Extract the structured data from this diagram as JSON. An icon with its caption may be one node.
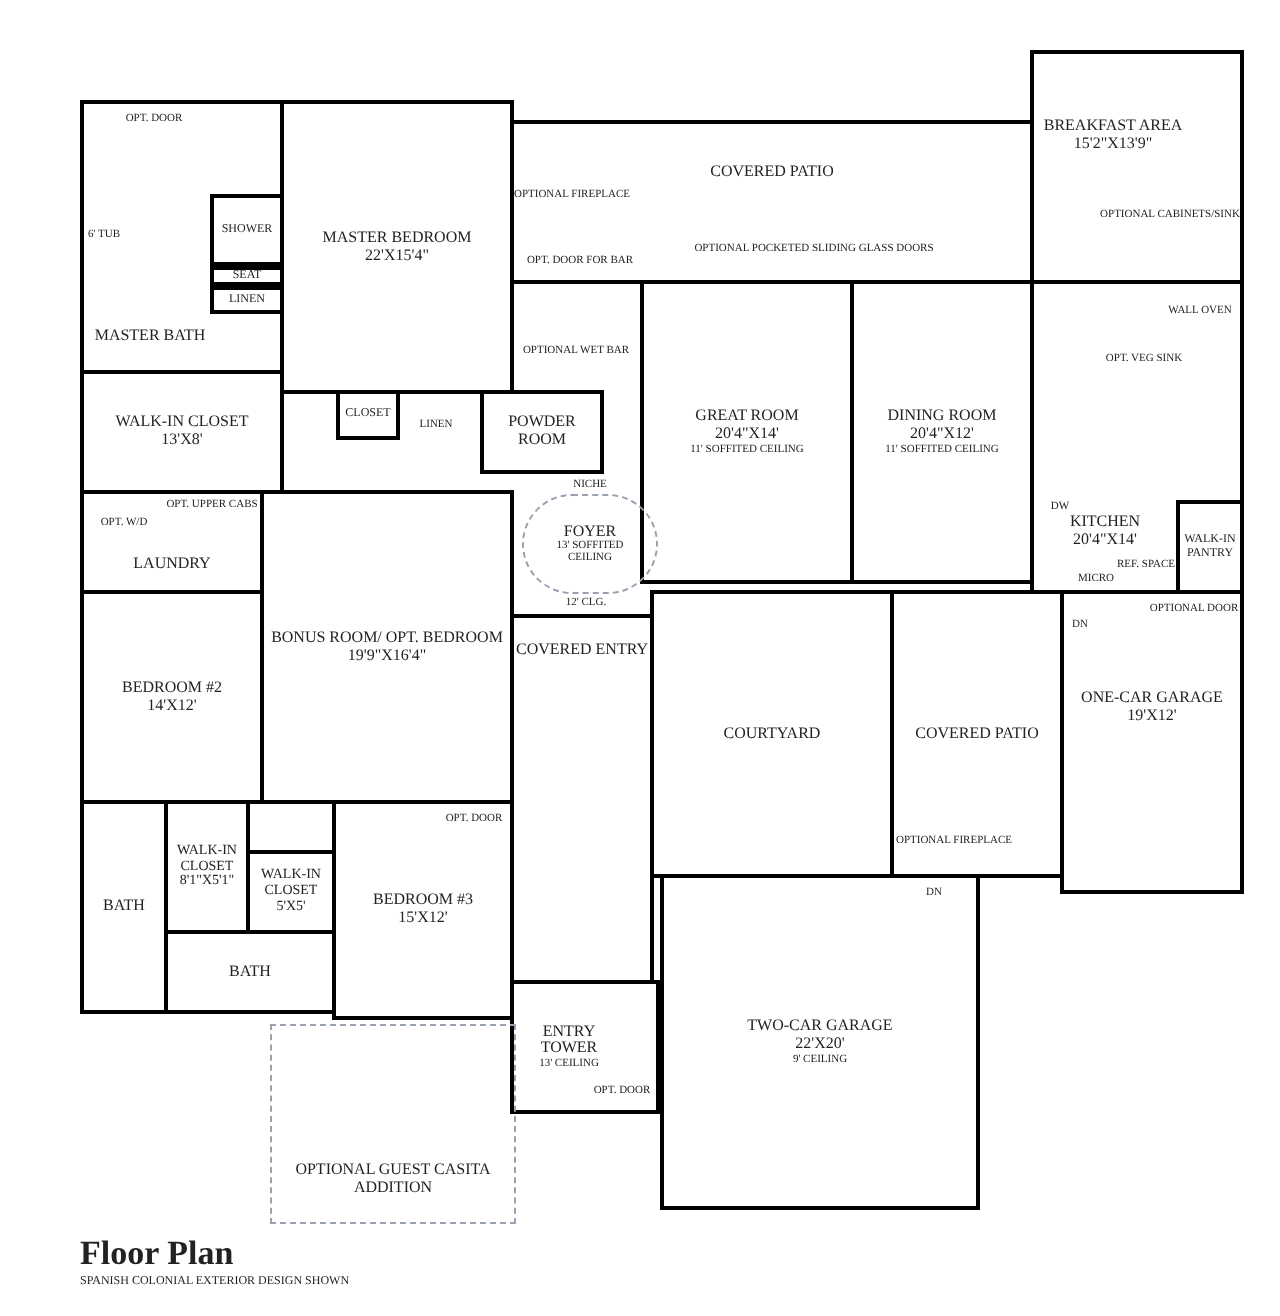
{
  "diagram": {
    "title": "Floor Plan",
    "caption": "SPANISH COLONIAL EXTERIOR DESIGN SHOWN",
    "nodes": [
      {
        "text": [
          "MASTER BEDROOM",
          "22'X15'4\""
        ]
      },
      {
        "text": [
          "MASTER BATH"
        ]
      },
      {
        "text": [
          "WALK-IN CLOSET",
          "13'X8'"
        ]
      },
      {
        "text": [
          "COVERED PATIO"
        ]
      },
      {
        "text": [
          "BREAKFAST AREA",
          "15'2\"X13'9\""
        ]
      },
      {
        "text": [
          "GREAT ROOM",
          "20'4\"X14'",
          "11' SOFFITED CEILING"
        ]
      },
      {
        "text": [
          "DINING ROOM",
          "20'4\"X12'",
          "11' SOFFITED CEILING"
        ]
      },
      {
        "text": [
          "KITCHEN",
          "20'4\"X14'"
        ]
      },
      {
        "text": [
          "POWDER ROOM"
        ]
      },
      {
        "text": [
          "FOYER",
          "13' SOFFITED CEILING"
        ]
      },
      {
        "text": [
          "LAUNDRY"
        ]
      },
      {
        "text": [
          "BONUS ROOM/ OPT. BEDROOM",
          "19'9\"X16'4\""
        ]
      },
      {
        "text": [
          "COVERED ENTRY"
        ]
      },
      {
        "text": [
          "BEDROOM #2",
          "14'X12'"
        ]
      },
      {
        "text": [
          "COURTYARD"
        ]
      },
      {
        "text": [
          "COVERED PATIO"
        ]
      },
      {
        "text": [
          "ONE-CAR GARAGE",
          "19'X12'"
        ]
      },
      {
        "text": [
          "WALK-IN CLOSET",
          "8'1\"X5'1\""
        ]
      },
      {
        "text": [
          "WALK-IN CLOSET",
          "5'X5'"
        ]
      },
      {
        "text": [
          "BATH"
        ]
      },
      {
        "text": [
          "BATH"
        ]
      },
      {
        "text": [
          "BEDROOM #3",
          "15'X12'"
        ]
      },
      {
        "text": [
          "ENTRY TOWER",
          "13' CEILING"
        ]
      },
      {
        "text": [
          "TWO-CAR GARAGE",
          "22'X20'",
          "9' CEILING"
        ]
      },
      {
        "text": [
          "OPTIONAL GUEST CASITA ADDITION"
        ]
      },
      {
        "text": [
          "WALK-IN PANTRY"
        ],
        "in": 7
      },
      {
        "text": [
          "CLOSET"
        ]
      },
      {
        "text": [
          "SHOWER"
        ],
        "in": 1
      },
      {
        "text": [
          "SEAT"
        ],
        "in": 1
      },
      {
        "text": [
          "LINEN"
        ],
        "in": 1
      }
    ],
    "labels": [
      "OPT. DOOR",
      "6' TUB",
      "OPTIONAL FIREPLACE",
      "OPT. DOOR FOR BAR",
      "OPTIONAL WET BAR",
      "OPTIONAL POCKETED SLIDING GLASS DOORS",
      "OPTIONAL CABINETS/SINK",
      "WALL OVEN",
      "OPT. VEG SINK",
      "DW",
      "REF. SPACE",
      "MICRO",
      "LINEN",
      "NICHE",
      "12' CLG.",
      "OPT. W/D",
      "OPT. UPPER CABS",
      "OPTIONAL DOOR",
      "DN",
      "OPT. DOOR",
      "OPTIONAL FIREPLACE",
      "DN",
      "OPT. DOOR"
    ]
  }
}
